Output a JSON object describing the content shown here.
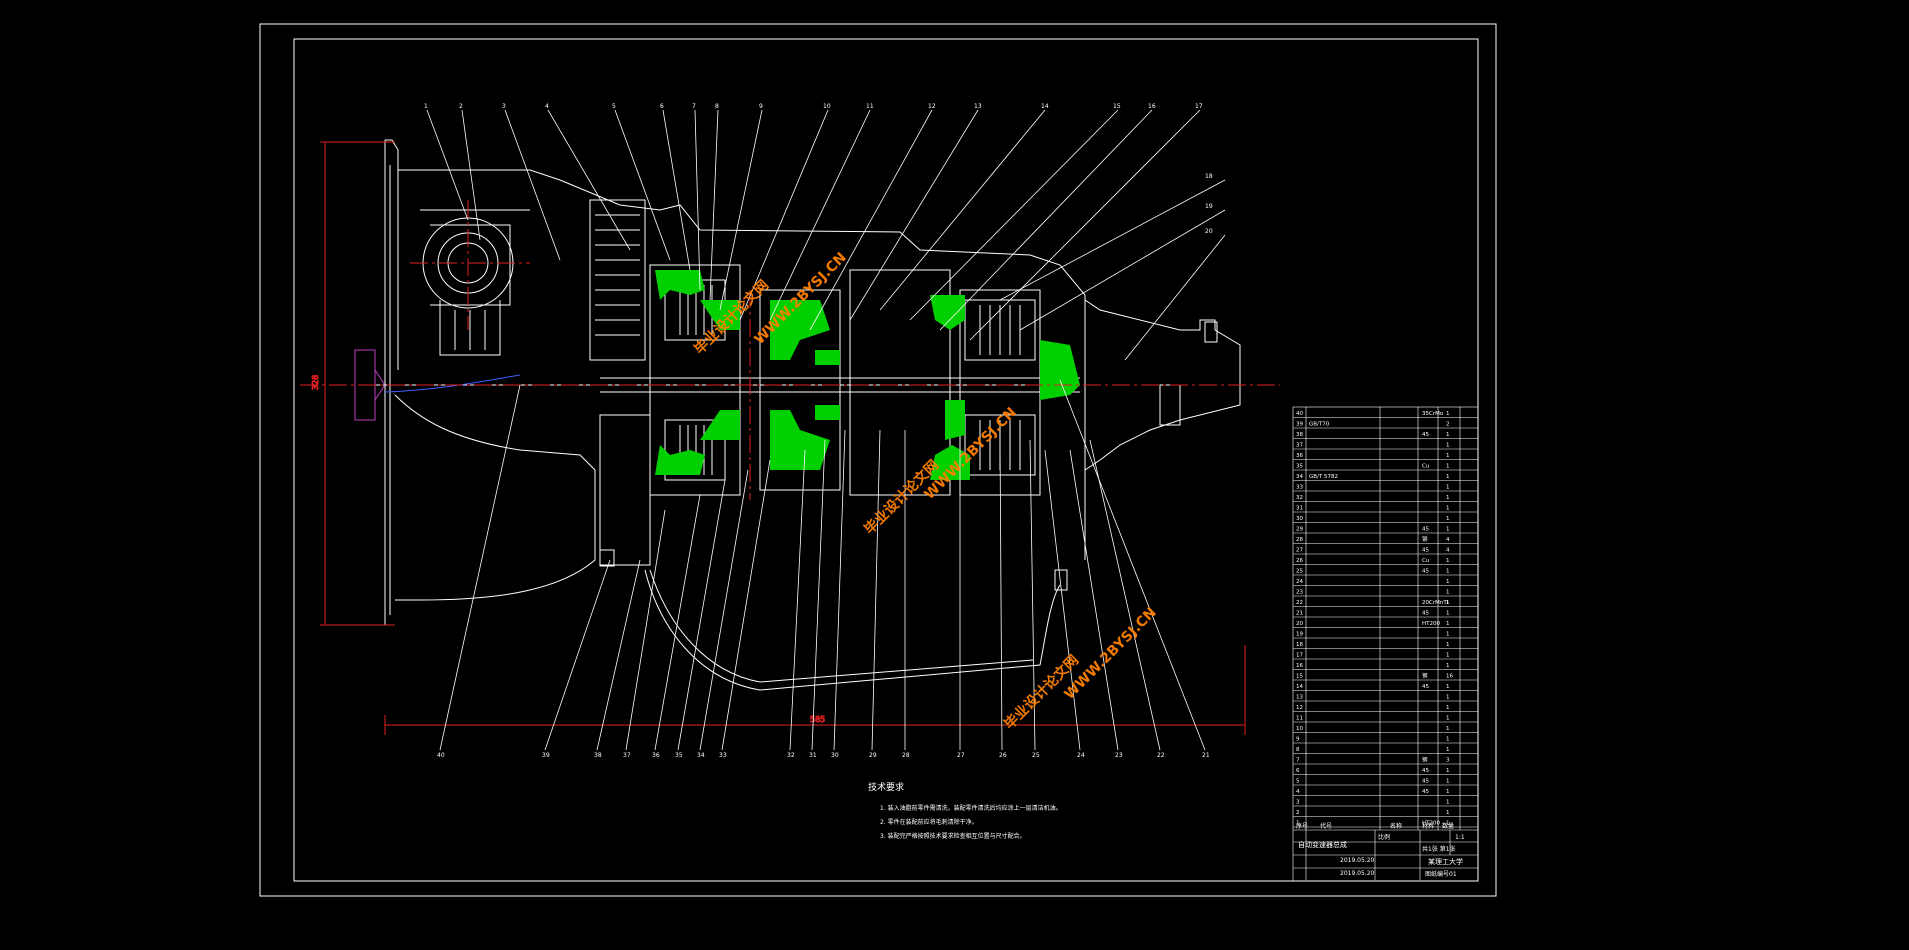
{
  "drawing": {
    "callouts_top": [
      "1",
      "2",
      "3",
      "4",
      "5",
      "6",
      "7",
      "8",
      "9",
      "10",
      "11",
      "12",
      "13",
      "14",
      "15",
      "16",
      "17"
    ],
    "callouts_right": [
      "18",
      "19",
      "20"
    ],
    "callouts_bottom": [
      "40",
      "39",
      "38",
      "37",
      "36",
      "35",
      "34",
      "33",
      "32",
      "31",
      "30",
      "29",
      "28",
      "27",
      "26",
      "25",
      "24",
      "23",
      "22",
      "21"
    ],
    "dim_height": "328",
    "dim_length": "585",
    "watermark_text": "毕业设计论文网",
    "watermark_url": "WWW.2BYSJ.CN",
    "tech_title": "技术要求",
    "tech_notes": [
      "1. 装入油脂前零件需清洗，装配零件清洗后均应涂上一层清洁机油。",
      "2. 零件在装配前应将毛刺清除干净。",
      "3. 装配完严格按照技术要求检查相互位置与尺寸配合。"
    ]
  },
  "bom": {
    "rows": [
      [
        "40",
        "",
        "35CrMo",
        "1"
      ],
      [
        "39",
        "GB/T70",
        "",
        "2"
      ],
      [
        "38",
        "",
        "45",
        "1"
      ],
      [
        "37",
        "",
        "",
        "1"
      ],
      [
        "36",
        "",
        "",
        "1"
      ],
      [
        "35",
        "",
        "Cu",
        "1"
      ],
      [
        "34",
        "GB/T 5782",
        "",
        "1"
      ],
      [
        "33",
        "",
        "",
        "1"
      ],
      [
        "32",
        "",
        "",
        "1"
      ],
      [
        "31",
        "",
        "",
        "1"
      ],
      [
        "30",
        "",
        "",
        "1"
      ],
      [
        "29",
        "",
        "45",
        "1"
      ],
      [
        "28",
        "",
        "钢",
        "4"
      ],
      [
        "27",
        "",
        "45",
        "4"
      ],
      [
        "26",
        "",
        "Cu",
        "1"
      ],
      [
        "25",
        "",
        "45",
        "1"
      ],
      [
        "24",
        "",
        "",
        "1"
      ],
      [
        "23",
        "",
        "",
        "1"
      ],
      [
        "22",
        "",
        "20CrMnTi",
        "1"
      ],
      [
        "21",
        "",
        "45",
        "1"
      ],
      [
        "20",
        "",
        "HT200",
        "1"
      ],
      [
        "19",
        "",
        "",
        "1"
      ],
      [
        "18",
        "",
        "",
        "1"
      ],
      [
        "17",
        "",
        "",
        "1"
      ],
      [
        "16",
        "",
        "",
        "1"
      ],
      [
        "15",
        "",
        "钢",
        "16"
      ],
      [
        "14",
        "",
        "45",
        "1"
      ],
      [
        "13",
        "",
        "",
        "1"
      ],
      [
        "12",
        "",
        "",
        "1"
      ],
      [
        "11",
        "",
        "",
        "1"
      ],
      [
        "10",
        "",
        "",
        "1"
      ],
      [
        "9",
        "",
        "",
        "1"
      ],
      [
        "8",
        "",
        "",
        "1"
      ],
      [
        "7",
        "",
        "钢",
        "3"
      ],
      [
        "6",
        "",
        "45",
        "1"
      ],
      [
        "5",
        "",
        "45",
        "1"
      ],
      [
        "4",
        "",
        "45",
        "1"
      ],
      [
        "3",
        "",
        "",
        "1"
      ],
      [
        "2",
        "",
        "",
        "1"
      ],
      [
        "1",
        "",
        "HT200",
        "1"
      ]
    ],
    "header": [
      "序号",
      "代号",
      "名称",
      "材料",
      "数量"
    ],
    "title_block": {
      "drawing_title": "自动变速器总成",
      "school": "某理工大学",
      "drawing_no": "图纸编号01",
      "scale_label": "比例",
      "scale": "1:1",
      "date1": "2019.05.20",
      "date2": "2019.05.20",
      "sheet": "共1张 第1张"
    }
  }
}
